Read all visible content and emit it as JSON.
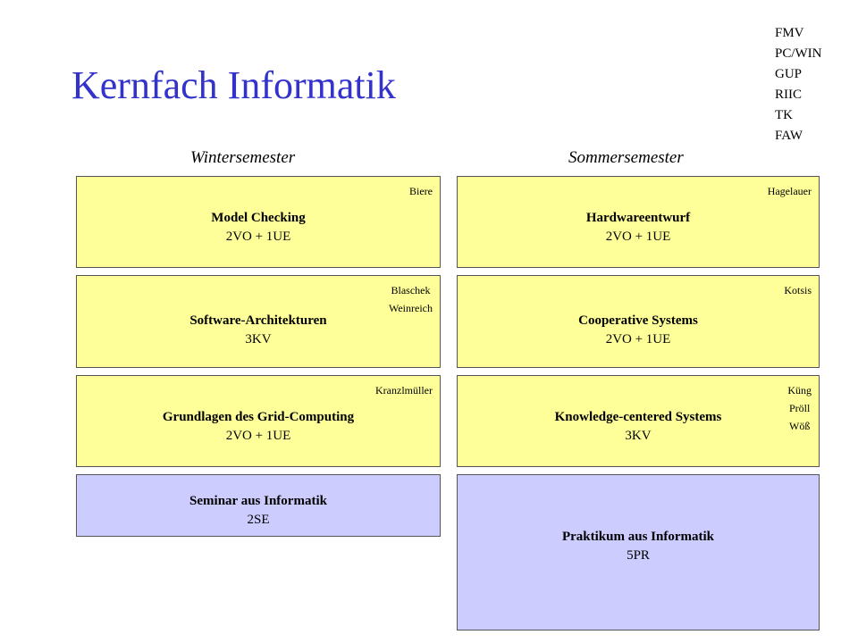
{
  "title": "Kernfach Informatik",
  "legend": [
    "FMV",
    "PC/WIN",
    "GUP",
    "RIIC",
    "TK",
    "FAW"
  ],
  "winter_label": "Wintersemester",
  "summer_label": "Sommersemester",
  "winter": [
    {
      "name": "Model Checking",
      "hours": "2VO + 1UE",
      "lecturers": [
        "Biere"
      ]
    },
    {
      "name": "Software-Architekturen",
      "hours": "3KV",
      "lecturers": [
        "Blaschek",
        "Weinreich"
      ]
    },
    {
      "name": "Grundlagen des Grid-Computing",
      "hours": "2VO + 1UE",
      "lecturers": [
        "Kranzlmüller"
      ]
    },
    {
      "name": "Seminar aus Informatik",
      "hours": "2SE",
      "lecturers": []
    }
  ],
  "summer": [
    {
      "name": "Hardwareentwurf",
      "hours": "2VO + 1UE",
      "lecturers": [
        "Hagelauer"
      ]
    },
    {
      "name": "Cooperative Systems",
      "hours": "2VO + 1UE",
      "lecturers": [
        "Kotsis"
      ]
    },
    {
      "name": "Knowledge-centered Systems",
      "hours": "3KV",
      "lecturers": [
        "Küng",
        "Pröll",
        "Wöß"
      ]
    },
    {
      "name": "Praktikum aus Informatik",
      "hours": "5PR",
      "lecturers": []
    }
  ],
  "colors": {
    "title": "#3333cc",
    "lecture_box": "#ffff99",
    "seminar_box": "#ccccff"
  }
}
